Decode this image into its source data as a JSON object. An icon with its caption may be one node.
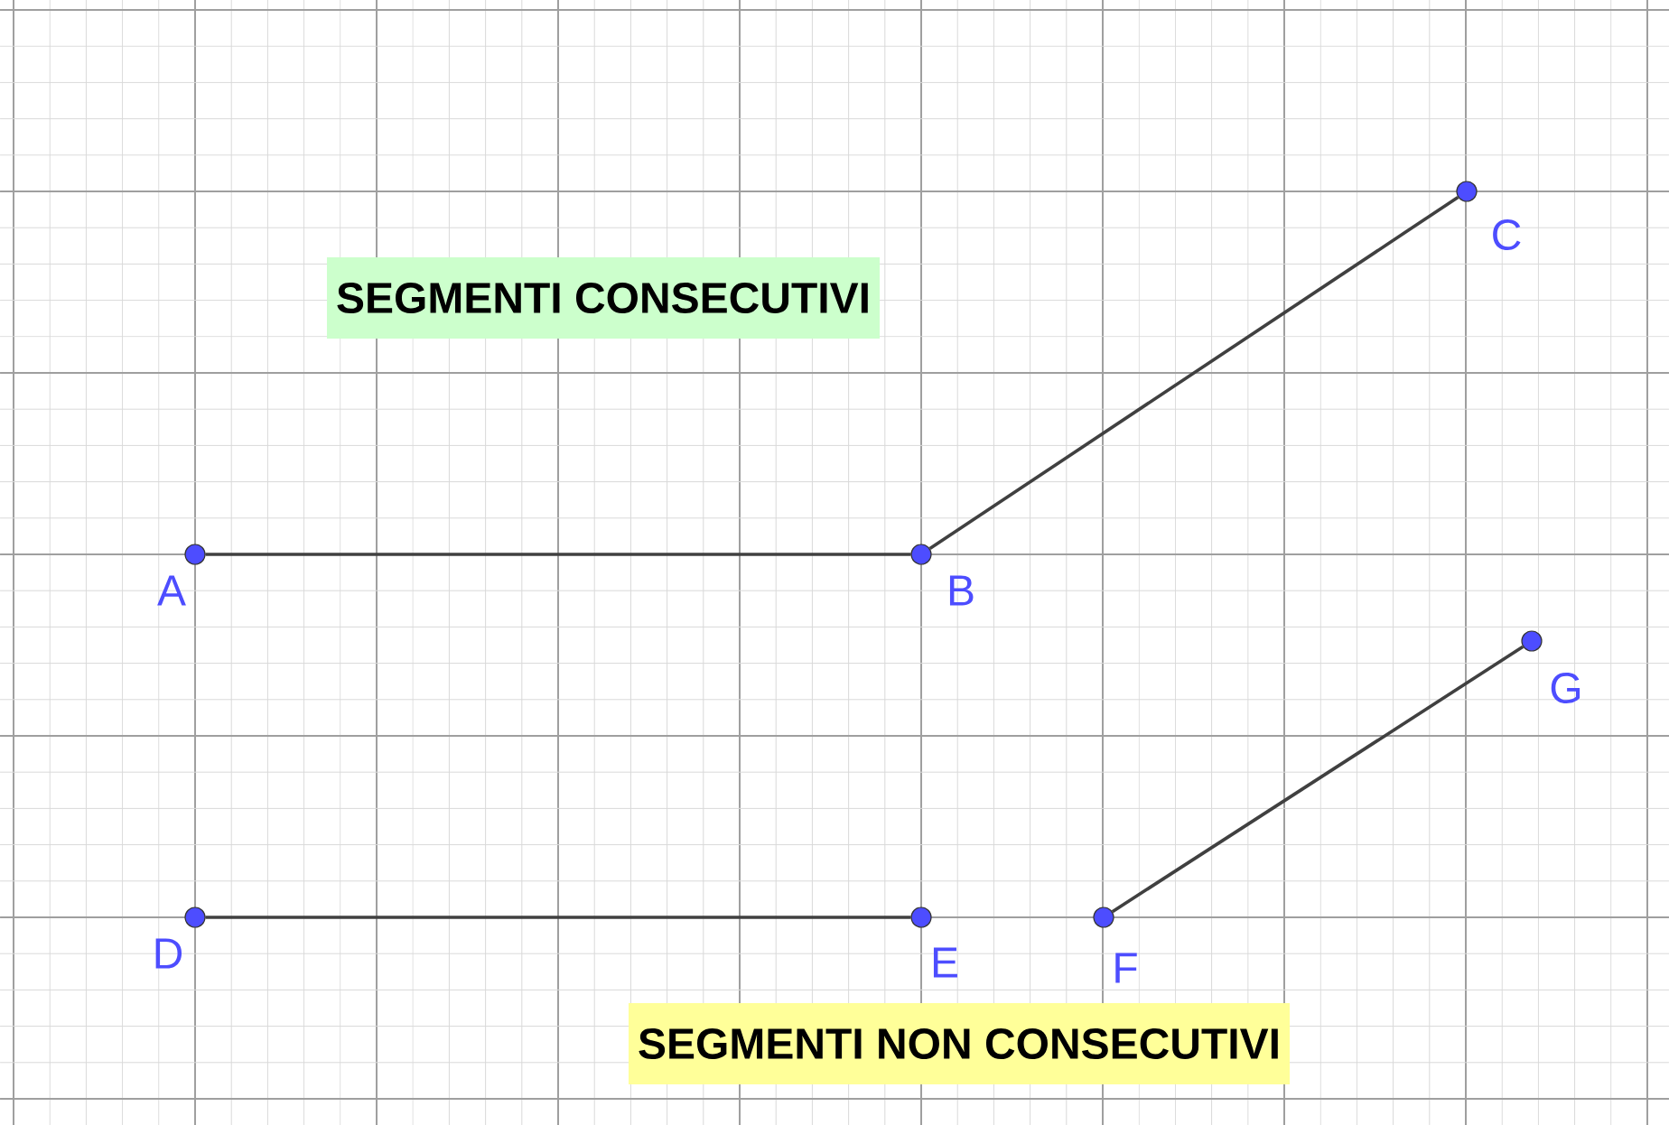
{
  "diagram": {
    "nodes": [
      {
        "text": [
          "SEGMENTI CONSECUTIVI"
        ]
      },
      {
        "text": [
          "A"
        ]
      },
      {
        "text": [
          "B"
        ]
      },
      {
        "text": [
          "C"
        ]
      },
      {
        "text": [
          "D"
        ]
      },
      {
        "text": [
          "E"
        ]
      },
      {
        "text": [
          "F"
        ]
      },
      {
        "text": [
          "G"
        ]
      },
      {
        "text": [
          "SEGMENTI NON CONSECUTIVI"
        ]
      }
    ],
    "edges": [
      {
        "from": 1,
        "to": 2,
        "arrow": "none"
      },
      {
        "from": 2,
        "to": 3,
        "arrow": "none"
      },
      {
        "from": 4,
        "to": 5,
        "arrow": "none"
      },
      {
        "from": 6,
        "to": 7,
        "arrow": "none"
      }
    ]
  }
}
